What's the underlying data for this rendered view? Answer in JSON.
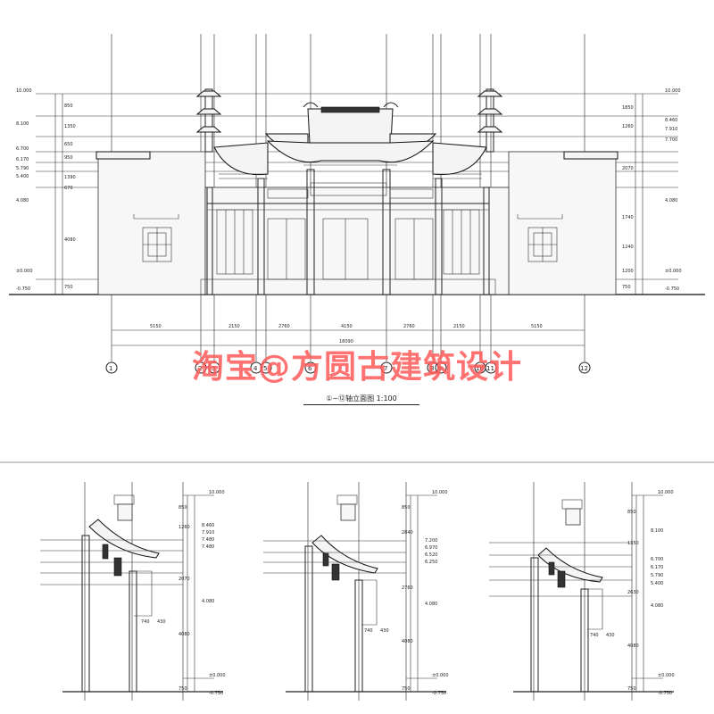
{
  "watermark": "淘宝@方圆古建筑设计",
  "elevation_caption": "①~⑫轴立面图 1:100",
  "axis_labels": [
    "1",
    "2",
    "3",
    "4",
    "5",
    "6",
    "7",
    "8",
    "9",
    "10",
    "11",
    "12"
  ],
  "dims_top": {
    "total": "18090",
    "segments": [
      "5150",
      "2150",
      "2760",
      "4150",
      "2760",
      "2150",
      "5150"
    ]
  },
  "elev_left": {
    "levels": [
      "10.000",
      "8.100",
      "6.700",
      "6.170",
      "5.790",
      "5.400",
      "4.080",
      "±0.000",
      "-0.750"
    ],
    "dims": [
      "850",
      "1350",
      "650",
      "950",
      "1390",
      "670",
      "4080",
      "750"
    ]
  },
  "elev_right": {
    "levels": [
      "10.000",
      "8.460",
      "7.910",
      "7.700",
      "4.080",
      "±0.000",
      "-0.750"
    ],
    "dims": [
      "1850",
      "1260",
      "2070",
      "1740",
      "1240",
      "1200",
      "750"
    ]
  },
  "section_a": {
    "levels": [
      "10.000",
      "8.460",
      "7.910",
      "7.480",
      "7.480",
      "4.080",
      "±0.000",
      "-0.750"
    ],
    "dims": [
      "850",
      "1260",
      "2070",
      "740",
      "430",
      "4080",
      "750"
    ]
  },
  "section_b": {
    "levels": [
      "10.000",
      "7.200",
      "6.970",
      "6.520",
      "6.250",
      "4.080",
      "±0.000",
      "-0.750"
    ],
    "dims": [
      "850",
      "2840",
      "2760",
      "740",
      "430",
      "4080",
      "750"
    ]
  },
  "section_c": {
    "levels": [
      "10.000",
      "8.100",
      "6.700",
      "6.170",
      "5.790",
      "5.400",
      "4.080",
      "±0.000",
      "-0.750"
    ],
    "dims": [
      "850",
      "1350",
      "2630",
      "740",
      "430",
      "4080",
      "750"
    ]
  }
}
